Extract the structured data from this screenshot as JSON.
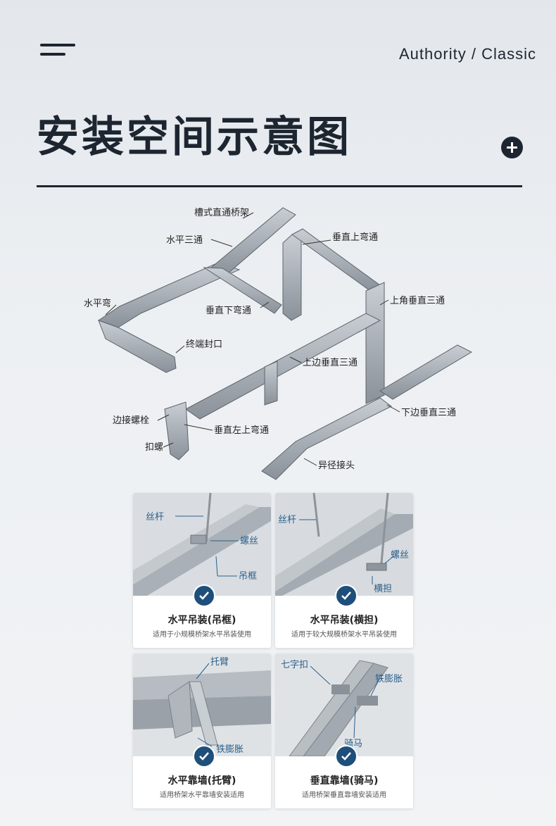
{
  "header": {
    "brand": "Authority / Classic",
    "title": "安装空间示意图"
  },
  "diagram": {
    "labels": {
      "straight": "槽式直通桥架",
      "horizontal_tee": "水平三通",
      "vertical_up_elbow": "垂直上弯通",
      "horizontal_elbow": "水平弯",
      "vertical_down_elbow": "垂直下弯通",
      "top_corner_vertical_tee": "上角垂直三通",
      "end_cap": "终端封口",
      "upper_side_vertical_tee": "上边垂直三通",
      "side_bolt": "边接螺栓",
      "vertical_left_up_elbow": "垂直左上弯通",
      "lower_side_vertical_tee": "下边垂直三通",
      "nut": "扣螺",
      "reducer": "异径接头"
    }
  },
  "cards": [
    {
      "title": "水平吊装(吊框)",
      "desc": "适用于小规模桥架水平吊装使用",
      "labels": {
        "a": "丝杆",
        "b": "螺丝",
        "c": "吊框"
      }
    },
    {
      "title": "水平吊装(横担)",
      "desc": "适用于较大规模桥架水平吊装使用",
      "labels": {
        "a": "丝杆",
        "b": "螺丝",
        "c": "横担"
      }
    },
    {
      "title": "水平靠墙(托臂)",
      "desc": "适用桥架水平靠墙安装适用",
      "labels": {
        "a": "托臂",
        "b": "铁膨胀"
      }
    },
    {
      "title": "垂直靠墙(骑马)",
      "desc": "适用桥架垂直靠墙安装适用",
      "labels": {
        "a": "七字扣",
        "b": "铁膨胀",
        "c": "骑马"
      }
    }
  ],
  "colors": {
    "dark": "#1d2630",
    "accent": "#2a5f8a",
    "check": "#1e4f7a"
  }
}
